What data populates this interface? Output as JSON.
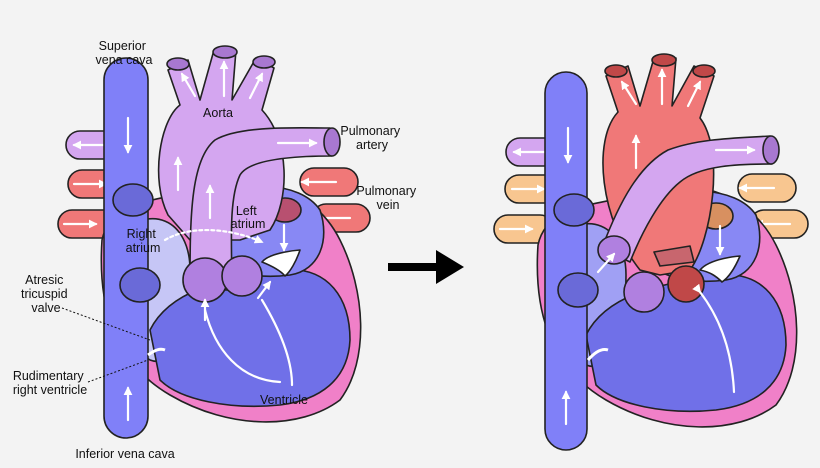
{
  "labels": {
    "superior_vena_cava": [
      "Superior",
      "vena cava"
    ],
    "aorta": "Aorta",
    "pulmonary_artery": [
      "Pulmonary",
      "artery"
    ],
    "pulmonary_vein": [
      "Pulmonary",
      "vein"
    ],
    "left_atrium": [
      "Left",
      "atrium"
    ],
    "right_atrium": [
      "Right",
      "atrium"
    ],
    "atresic_tricuspid_valve": [
      "Atresic",
      "tricuspid",
      "valve"
    ],
    "rudimentary_right_ventricle": [
      "Rudimentary",
      "right ventricle"
    ],
    "ventricle": "Ventricle",
    "inferior_vena_cava": "Inferior vena cava"
  },
  "colors": {
    "background": "#f3f3f3",
    "venous_blue": "#8080f8",
    "mixed_purple": "#c9a4f2",
    "pulmonary_purple": "#d4a6f0",
    "oxygenated_red": "#f07878",
    "vein_orange": "#f8c690",
    "pericardium_pink": "#f080c8",
    "ventricle_blue": "#7070e8",
    "atrium_light": "#c6c6f6",
    "arrow": "#ffffff",
    "transition_arrow": "#000000"
  },
  "icons": {
    "transition": "right-arrow-icon"
  }
}
